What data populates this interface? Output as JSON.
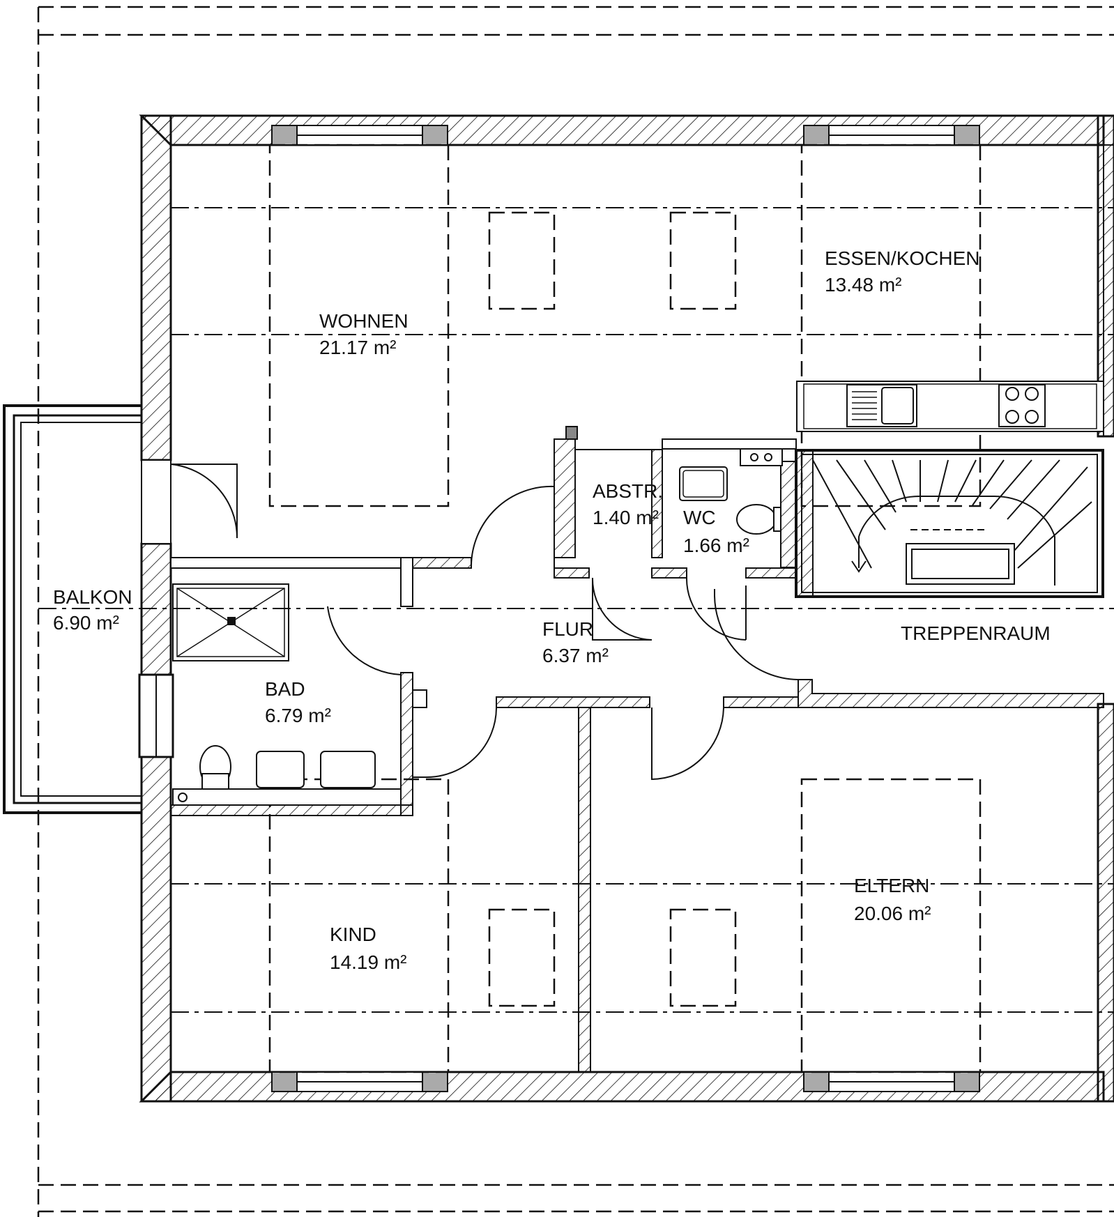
{
  "rooms": {
    "wohnen": {
      "name": "WOHNEN",
      "area": "21.17 m²"
    },
    "essen_kochen": {
      "name": "ESSEN/KOCHEN",
      "area": "13.48 m²"
    },
    "balkon": {
      "name": "BALKON",
      "area": "6.90 m²"
    },
    "abstr": {
      "name": "ABSTR.",
      "area": "1.40 m²"
    },
    "wc": {
      "name": "WC",
      "area": "1.66 m²"
    },
    "flur": {
      "name": "FLUR",
      "area": "6.37 m²"
    },
    "treppenraum": {
      "name": "TREPPENRAUM"
    },
    "bad": {
      "name": "BAD",
      "area": "6.79 m²"
    },
    "kind": {
      "name": "KIND",
      "area": "14.19 m²"
    },
    "eltern": {
      "name": "ELTERN",
      "area": "20.06 m²"
    }
  }
}
